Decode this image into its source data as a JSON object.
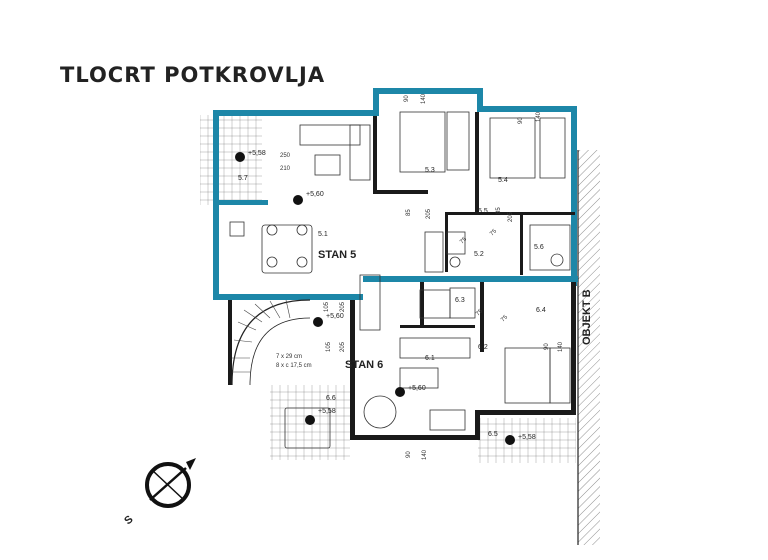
{
  "title": "TLOCRT POTKROVLJA",
  "apartments": {
    "stan5": "STAN 5",
    "stan6": "STAN 6"
  },
  "neighbor": "OBJEKT B",
  "rooms": {
    "r51": "5.1",
    "r52": "5.2",
    "r53": "5.3",
    "r54": "5.4",
    "r55": "5.5",
    "r56": "5.6",
    "r57": "5.7",
    "r61": "6.1",
    "r62": "6.2",
    "r63": "6.3",
    "r64": "6.4",
    "r65": "6.5",
    "r66": "6.6"
  },
  "levels": {
    "l1": "+5,58",
    "l2": "+5,60",
    "l3": "+5,60",
    "l4": "+5,60",
    "l5": "+5,58",
    "l6": "+5,58"
  },
  "dims": {
    "d250": "250",
    "d210": "210",
    "d90a": "90",
    "d140a": "140",
    "d90b": "90",
    "d140b": "140",
    "d85a": "85",
    "d205a": "205",
    "d205b": "205",
    "d85b": "85",
    "d75a": "75",
    "d75b": "75",
    "d105a": "105",
    "d205c": "205",
    "d105b": "105",
    "d205d": "205",
    "d75c": "75",
    "d75d": "75",
    "d90c": "90",
    "d140c": "140",
    "d90d": "90",
    "d140d": "140"
  },
  "stairs_note": {
    "line1": "7 x 29 cm",
    "line2": "8 x c 17,5 cm"
  },
  "colors": {
    "wall_blue": "#1d87a8",
    "wall": "#1a1a1a",
    "neighbor_hatch": "#444444"
  }
}
